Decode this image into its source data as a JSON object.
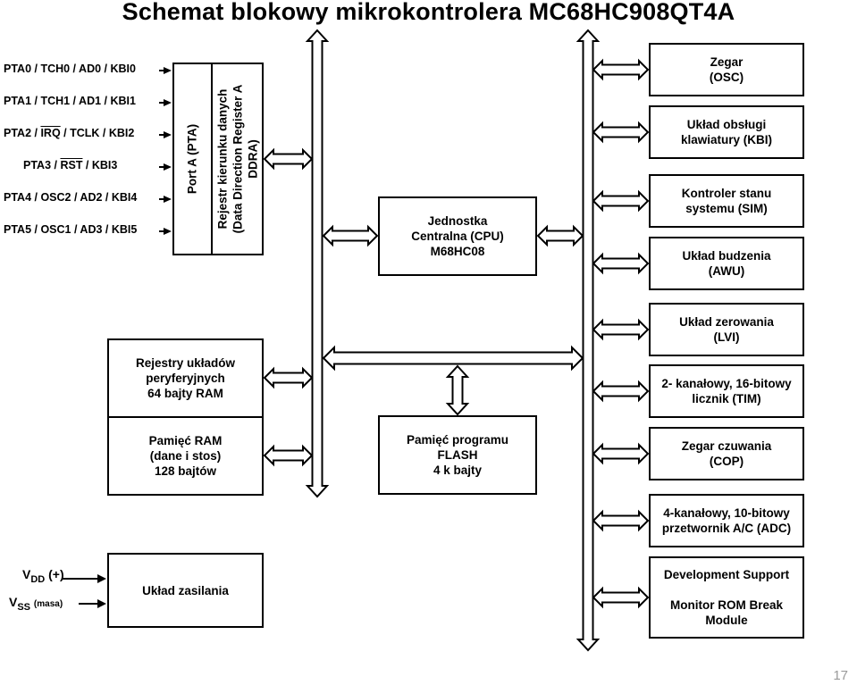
{
  "title": "Schemat blokowy mikrokontrolera MC68HC908QT4A",
  "pins": [
    {
      "parts": [
        "PTA0 / TCH0 / AD0 / KBI0"
      ]
    },
    {
      "parts": [
        "PTA1 / TCH1 / AD1 / KBI1"
      ]
    },
    {
      "parts": [
        "PTA2 / ",
        "IRQ",
        " / TCLK / KBI2"
      ]
    },
    {
      "parts": [
        "PTA3 / ",
        "RST",
        " / KBI3"
      ]
    },
    {
      "parts": [
        "PTA4 / OSC2 / AD2 / KBI4"
      ]
    },
    {
      "parts": [
        "PTA5 / OSC1 / AD3 / KBI5"
      ]
    }
  ],
  "port": {
    "port_label": "Port A (PTA)",
    "ddr_label": "Rejestr kierunku danych\n(Data Direction Register A\nDDRA)"
  },
  "left_blocks": {
    "registers": "Rejestry układów\nperyferyjnych\n64 bajty RAM",
    "ram": "Pamięć RAM\n(dane i stos)\n128 bajtów",
    "power": "Układ zasilania"
  },
  "center_blocks": {
    "cpu": "Jednostka\nCentralna (CPU)\nM68HC08",
    "flash": "Pamięć programu\nFLASH\n4 k bajty"
  },
  "right_blocks": [
    "Zegar\n(OSC)",
    "Układ obsługi\nklawiatury (KBI)",
    "Kontroler stanu\nsystemu (SIM)",
    "Układ budzenia\n(AWU)",
    "Układ zerowania\n(LVI)",
    "2- kanałowy, 16-bitowy\nlicznik (TIM)",
    "Zegar czuwania\n(COP)",
    "4-kanałowy, 10-bitowy\nprzetwornik A/C (ADC)",
    "Development Support\n\nMonitor ROM Break\nModule"
  ],
  "supply": {
    "vdd_v": "V",
    "vdd_sub": "DD",
    "vdd_note": "(+)",
    "vss_v": "V",
    "vss_sub": "SS",
    "vss_note": "(masa)"
  },
  "page_number": "17"
}
